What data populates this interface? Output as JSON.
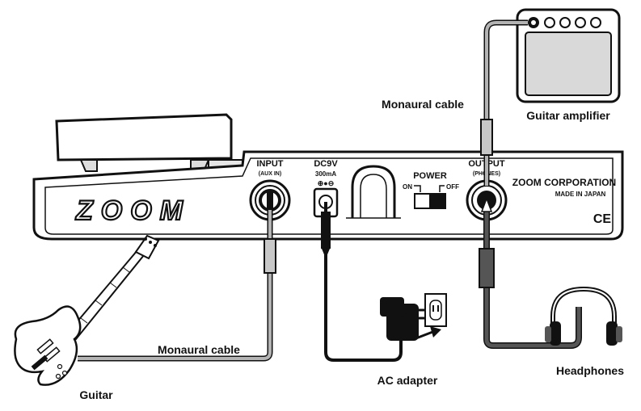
{
  "labels": {
    "amp_cable": "Monaural cable",
    "guitar_amplifier": "Guitar amplifier",
    "guitar_cable": "Monaural cable",
    "guitar": "Guitar",
    "ac_adapter": "AC adapter",
    "headphones": "Headphones"
  },
  "panel": {
    "logo": "ZOOM",
    "input_label": "INPUT",
    "input_sub": "(AUX IN)",
    "dc_label": "DC9V",
    "dc_sub": "300mA",
    "dc_polarity": "⊕●⊖",
    "power_label": "POWER",
    "power_on": "ON",
    "power_off": "OFF",
    "output_label": "OUTPUT",
    "output_sub": "(PHONES)",
    "company": "ZOOM CORPORATION",
    "made_in": "MADE IN JAPAN",
    "ce_mark": "CE"
  },
  "colors": {
    "outline": "#111111",
    "cable_gray": "#b4b4b4",
    "cable_dark": "#555555",
    "amp_fill": "#d9d9d9",
    "plug_green": "#4f7a4f"
  }
}
